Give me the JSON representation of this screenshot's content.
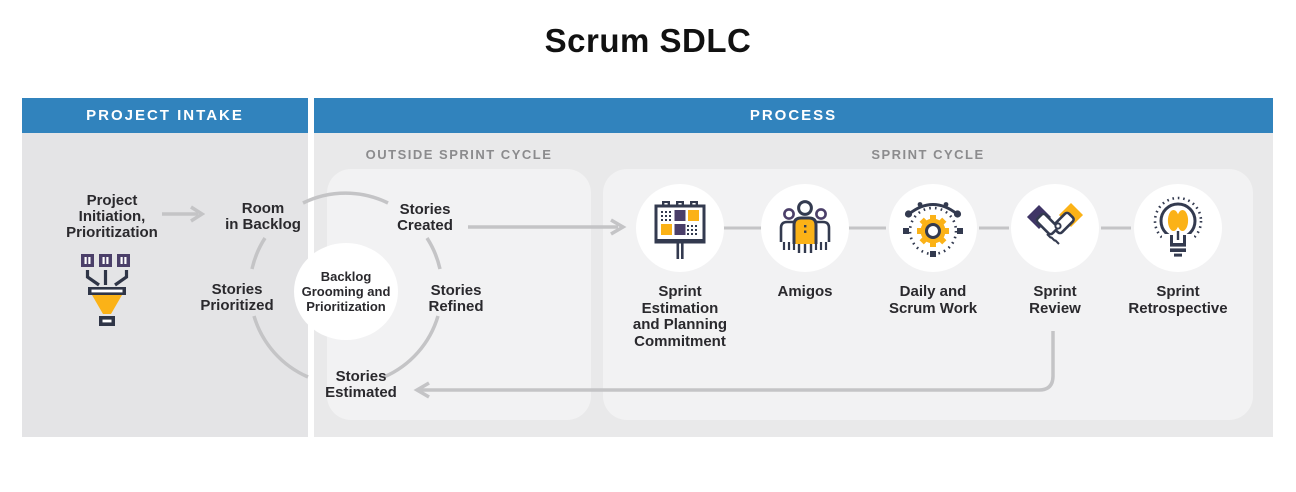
{
  "title": "Scrum SDLC",
  "palette": {
    "header_blue": "#3183bd",
    "panel_left_gray": "#e4e4e6",
    "panel_right_gray": "#e9e9ea",
    "subpanel_gray": "#f2f2f3",
    "arrow_gray": "#c4c4c6",
    "section_header_gray": "#8b8b8d",
    "text_dark": "#2a292d",
    "icon_navy": "#333a4f",
    "icon_purple": "#4b3f69",
    "icon_purple_dark": "#3f3566",
    "icon_yellow": "#fbb217"
  },
  "intake": {
    "header": "PROJECT INTAKE",
    "project_initiation": "Project\nInitiation,\nPrioritization",
    "funnel_icon": "funnel-icon",
    "room_in_backlog": "Room\nin Backlog",
    "stories_prioritized": "Stories\nPrioritized"
  },
  "process": {
    "header": "PROCESS",
    "outside_sprint": {
      "header": "OUTSIDE SPRINT CYCLE",
      "backlog_grooming": "Backlog\nGrooming and\nPrioritization",
      "stories_created": "Stories\nCreated",
      "stories_refined": "Stories\nRefined",
      "stories_estimated": "Stories\nEstimated"
    },
    "sprint": {
      "header": "SPRINT CYCLE",
      "steps": [
        {
          "label": "Sprint\nEstimation\nand Planning\nCommitment",
          "icon": "scrum-board-icon"
        },
        {
          "label": "Amigos",
          "icon": "team-icon"
        },
        {
          "label": "Daily and\nScrum Work",
          "icon": "gear-process-icon"
        },
        {
          "label": "Sprint\nReview",
          "icon": "handshake-icon"
        },
        {
          "label": "Sprint\nRetrospective",
          "icon": "lightbulb-brain-icon"
        }
      ]
    }
  }
}
